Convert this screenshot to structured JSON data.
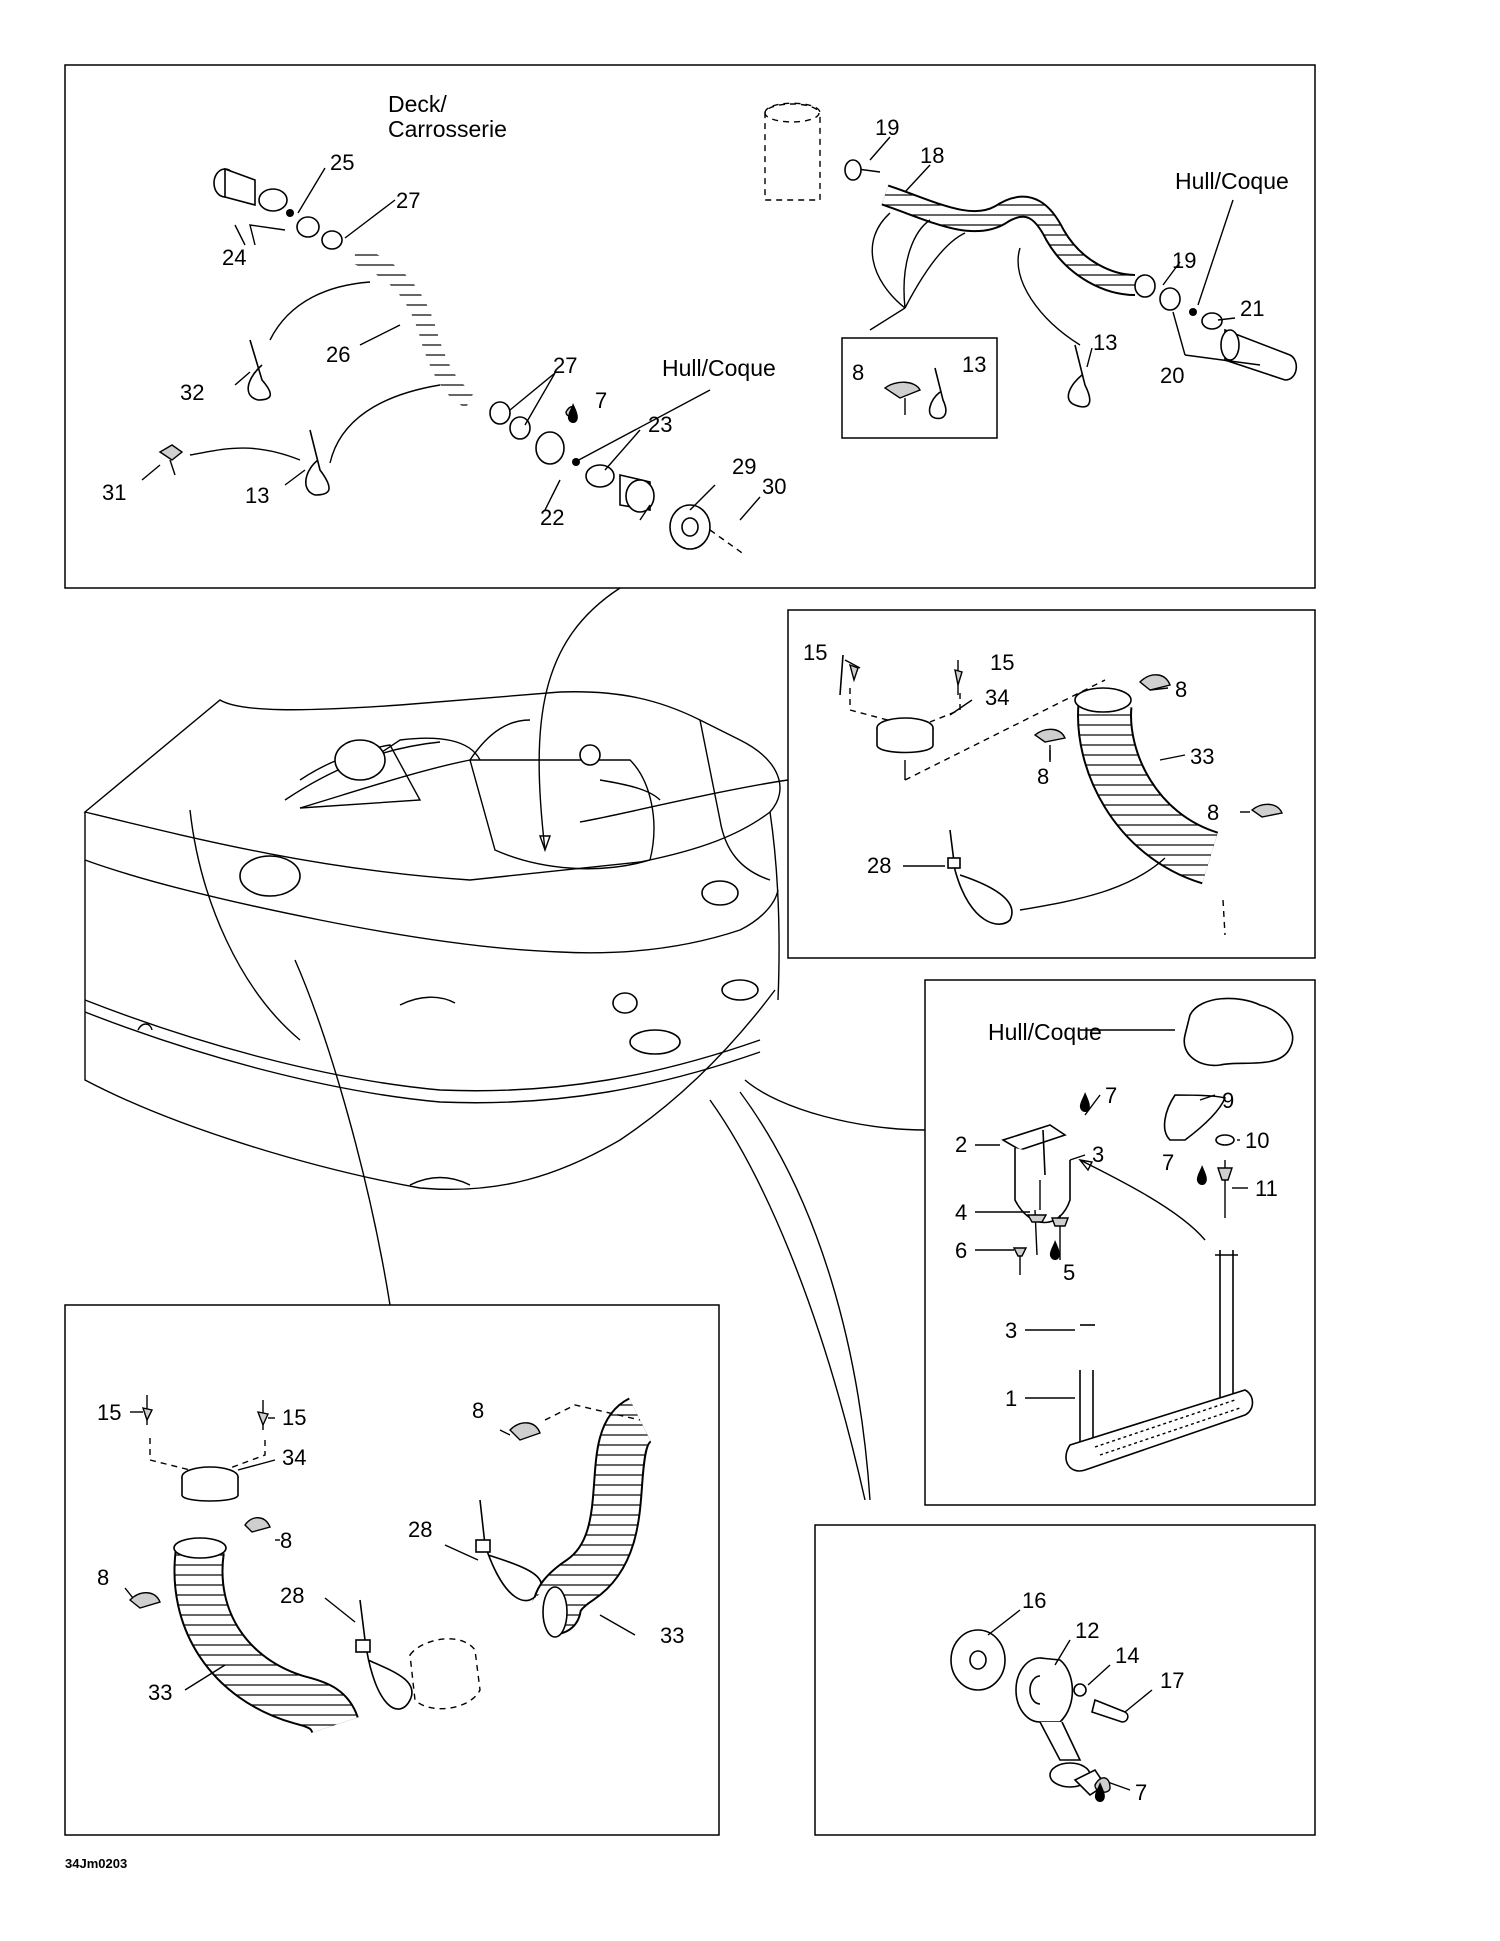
{
  "header_labels": {
    "deck": "Deck/",
    "carrosserie": "Carrosserie",
    "hull_top_left": "Hull/Coque",
    "hull_top_right": "Hull/Coque",
    "hull_mid_right": "Hull/Coque"
  },
  "panel_top_left": {
    "callouts": {
      "c25": "25",
      "c27a": "27",
      "c24": "24",
      "c26": "26",
      "c32": "32",
      "c27b": "27",
      "c7": "7",
      "c23": "23",
      "c31": "31",
      "c13": "13",
      "c22": "22",
      "c29": "29",
      "c30": "30"
    }
  },
  "panel_top_right": {
    "callouts": {
      "c19a": "19",
      "c18": "18",
      "c19b": "19",
      "c21": "21",
      "c20": "20",
      "c13": "13",
      "c8_inset": "8",
      "c13_inset": "13"
    }
  },
  "panel_mid_right": {
    "callouts": {
      "c15a": "15",
      "c15b": "15",
      "c34": "34",
      "c8a": "8",
      "c8b": "8",
      "c33": "33",
      "c8c": "8",
      "c28": "28"
    }
  },
  "panel_pump_mount": {
    "callouts": {
      "c7a": "7",
      "c9": "9",
      "c2": "2",
      "c3a": "3",
      "c10": "10",
      "c7b": "7",
      "c11": "11",
      "c4": "4",
      "c6": "6",
      "c5": "5",
      "c3b": "3",
      "c1": "1"
    }
  },
  "panel_bottom_left": {
    "callouts": {
      "c15a": "15",
      "c15b": "15",
      "c34": "34",
      "c8a": "8",
      "c8b": "8",
      "c8c": "8",
      "c28a": "28",
      "c28b": "28",
      "c33a": "33",
      "c33b": "33"
    }
  },
  "panel_bottom_right": {
    "callouts": {
      "c16": "16",
      "c12": "12",
      "c14": "14",
      "c17": "17",
      "c7": "7"
    }
  },
  "drawing_code": "34Jm0203"
}
